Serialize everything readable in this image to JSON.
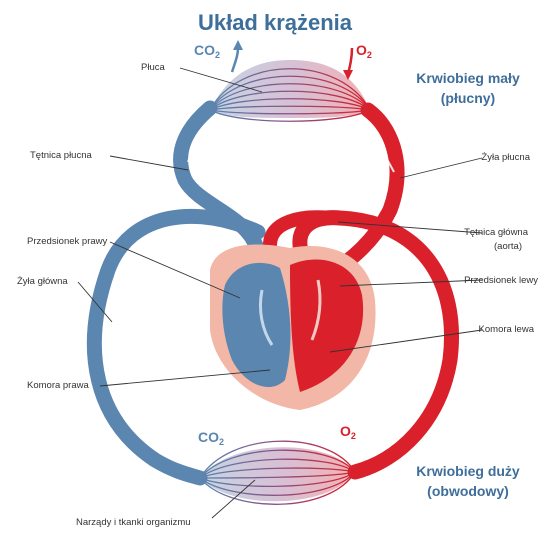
{
  "title": "Układ krążenia",
  "circuits": {
    "small_line1": "Krwiobieg mały",
    "small_line2": "(płucny)",
    "large_line1": "Krwiobieg duży",
    "large_line2": "(obwodowy)"
  },
  "gases": {
    "co2_main": "CO",
    "co2_sub": "2",
    "o2_main": "O",
    "o2_sub": "2"
  },
  "labels": {
    "pluca": "Płuca",
    "tetnica_plucna": "Tętnica płucna",
    "przedsionek_prawy": "Przedsionek prawy",
    "zyla_glowna": "Żyła główna",
    "komora_prawa": "Komora prawa",
    "narzady": "Narządy i tkanki organizmu",
    "zyla_plucna": "Żyła płucna",
    "tetnica_glowna_1": "Tętnica główna",
    "tetnica_glowna_2": "(aorta)",
    "przedsionek_lewy": "Przedsionek lewy",
    "komora_lewa": "Komora lewa"
  },
  "colors": {
    "venous": "#5b86b0",
    "arterial": "#d9202b",
    "heart_outline": "#f2b7a6",
    "title": "#3e6e9a"
  }
}
